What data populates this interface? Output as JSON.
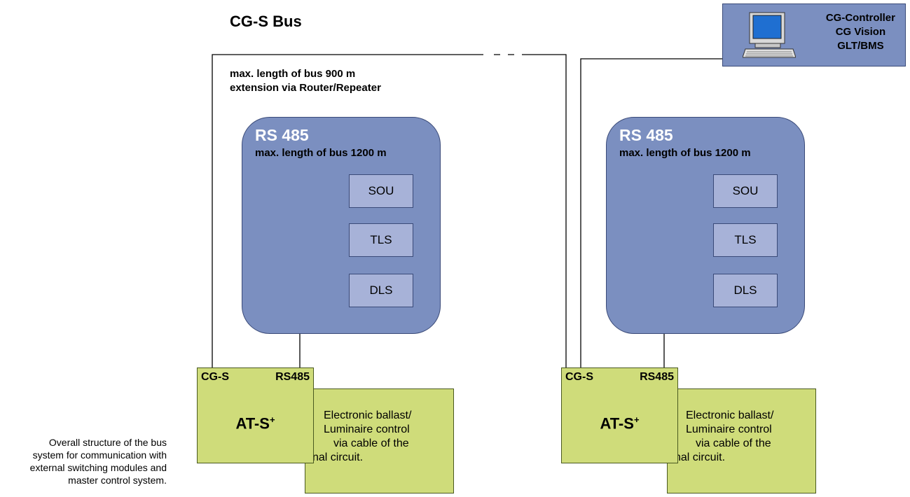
{
  "bus": {
    "title": "CG-S Bus",
    "note_line1": "max. length of bus 900 m",
    "note_line2": "extension via Router/Repeater"
  },
  "controller": {
    "line1": "CG-Controller",
    "line2": "CG Vision",
    "line3": "GLT/BMS",
    "icon": "computer-icon"
  },
  "segments": [
    {
      "rs_title": "RS 485",
      "rs_sub": "max. length of bus 1200 m",
      "modules": [
        "SOU",
        "TLS",
        "DLS"
      ],
      "ats": {
        "port_left": "CG-S",
        "port_right": "RS485",
        "name": "AT-S",
        "sup": "+"
      },
      "ballast": {
        "line1": "Electronic ballast/",
        "line2": "Luminaire control",
        "line3": "via cable of the",
        "line4": "final circuit."
      }
    },
    {
      "rs_title": "RS 485",
      "rs_sub": "max. length of bus 1200 m",
      "modules": [
        "SOU",
        "TLS",
        "DLS"
      ],
      "ats": {
        "port_left": "CG-S",
        "port_right": "RS485",
        "name": "AT-S",
        "sup": "+"
      },
      "ballast": {
        "line1": "Electronic ballast/",
        "line2": "Luminaire control",
        "line3": "via cable of the",
        "line4": "final circuit."
      }
    }
  ],
  "caption": {
    "line1": "Overall structure of the bus",
    "line2": "system for communication with",
    "line3": "external switching modules and",
    "line4": "master control system."
  },
  "colors": {
    "panel_blue": "#7b8fc0",
    "module_blue": "#a7b2d8",
    "module_green": "#cfdc7a",
    "rs_title": "#ffffff"
  }
}
